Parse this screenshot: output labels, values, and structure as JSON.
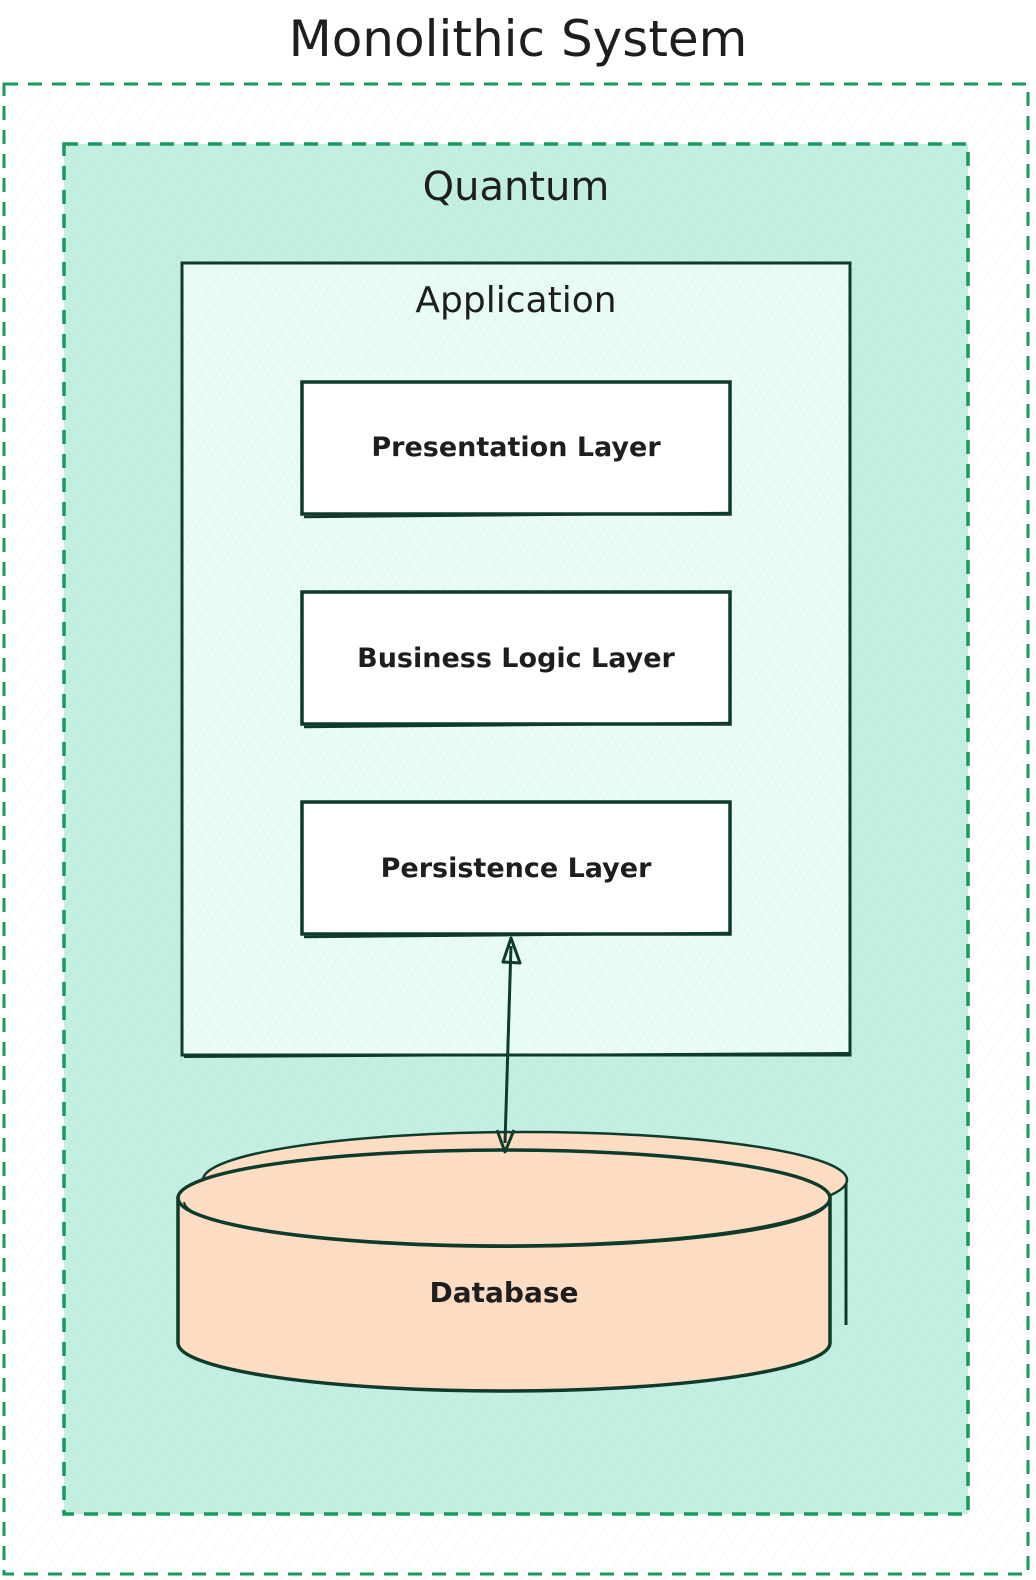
{
  "diagram": {
    "title": "Monolithic System",
    "quantum": {
      "label": "Quantum"
    },
    "application": {
      "label": "Application",
      "layers": [
        {
          "label": "Presentation Layer"
        },
        {
          "label": "Business Logic Layer"
        },
        {
          "label": "Persistence Layer"
        }
      ]
    },
    "database": {
      "label": "Database"
    },
    "connectors": [
      {
        "from": "Persistence Layer",
        "to": "Database",
        "type": "bidirectional-arrow"
      }
    ]
  },
  "colors": {
    "outer_border": "#1c9a5e",
    "outer_fill": "#ffffff",
    "quantum_fill": "#c3efe2",
    "quantum_border": "#1c9a5e",
    "application_fill": "#e8fbf5",
    "stroke": "#0f3b2a",
    "layer_fill": "#ffffff",
    "database_fill": "#fddcc4",
    "text": "#1e1e1e"
  }
}
